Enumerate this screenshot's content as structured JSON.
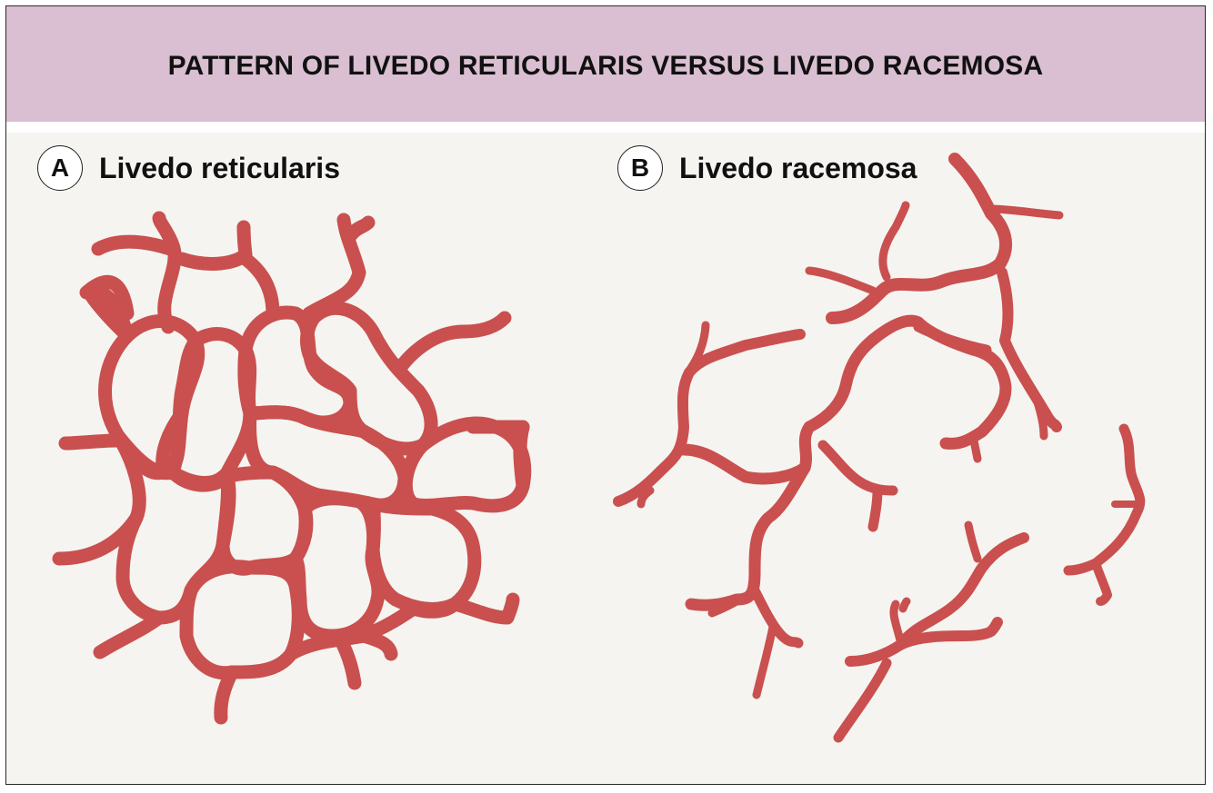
{
  "header": {
    "title": "PATTERN OF LIVEDO RETICULARIS VERSUS LIVEDO RACEMOSA"
  },
  "panels": [
    {
      "letter": "A",
      "title": "Livedo reticularis"
    },
    {
      "letter": "B",
      "title": "Livedo racemosa"
    }
  ],
  "colors": {
    "header_bg": "#d9bfd1",
    "panel_bg": "#f5f4f0",
    "vessel": "#c9504f",
    "text": "#111111"
  }
}
